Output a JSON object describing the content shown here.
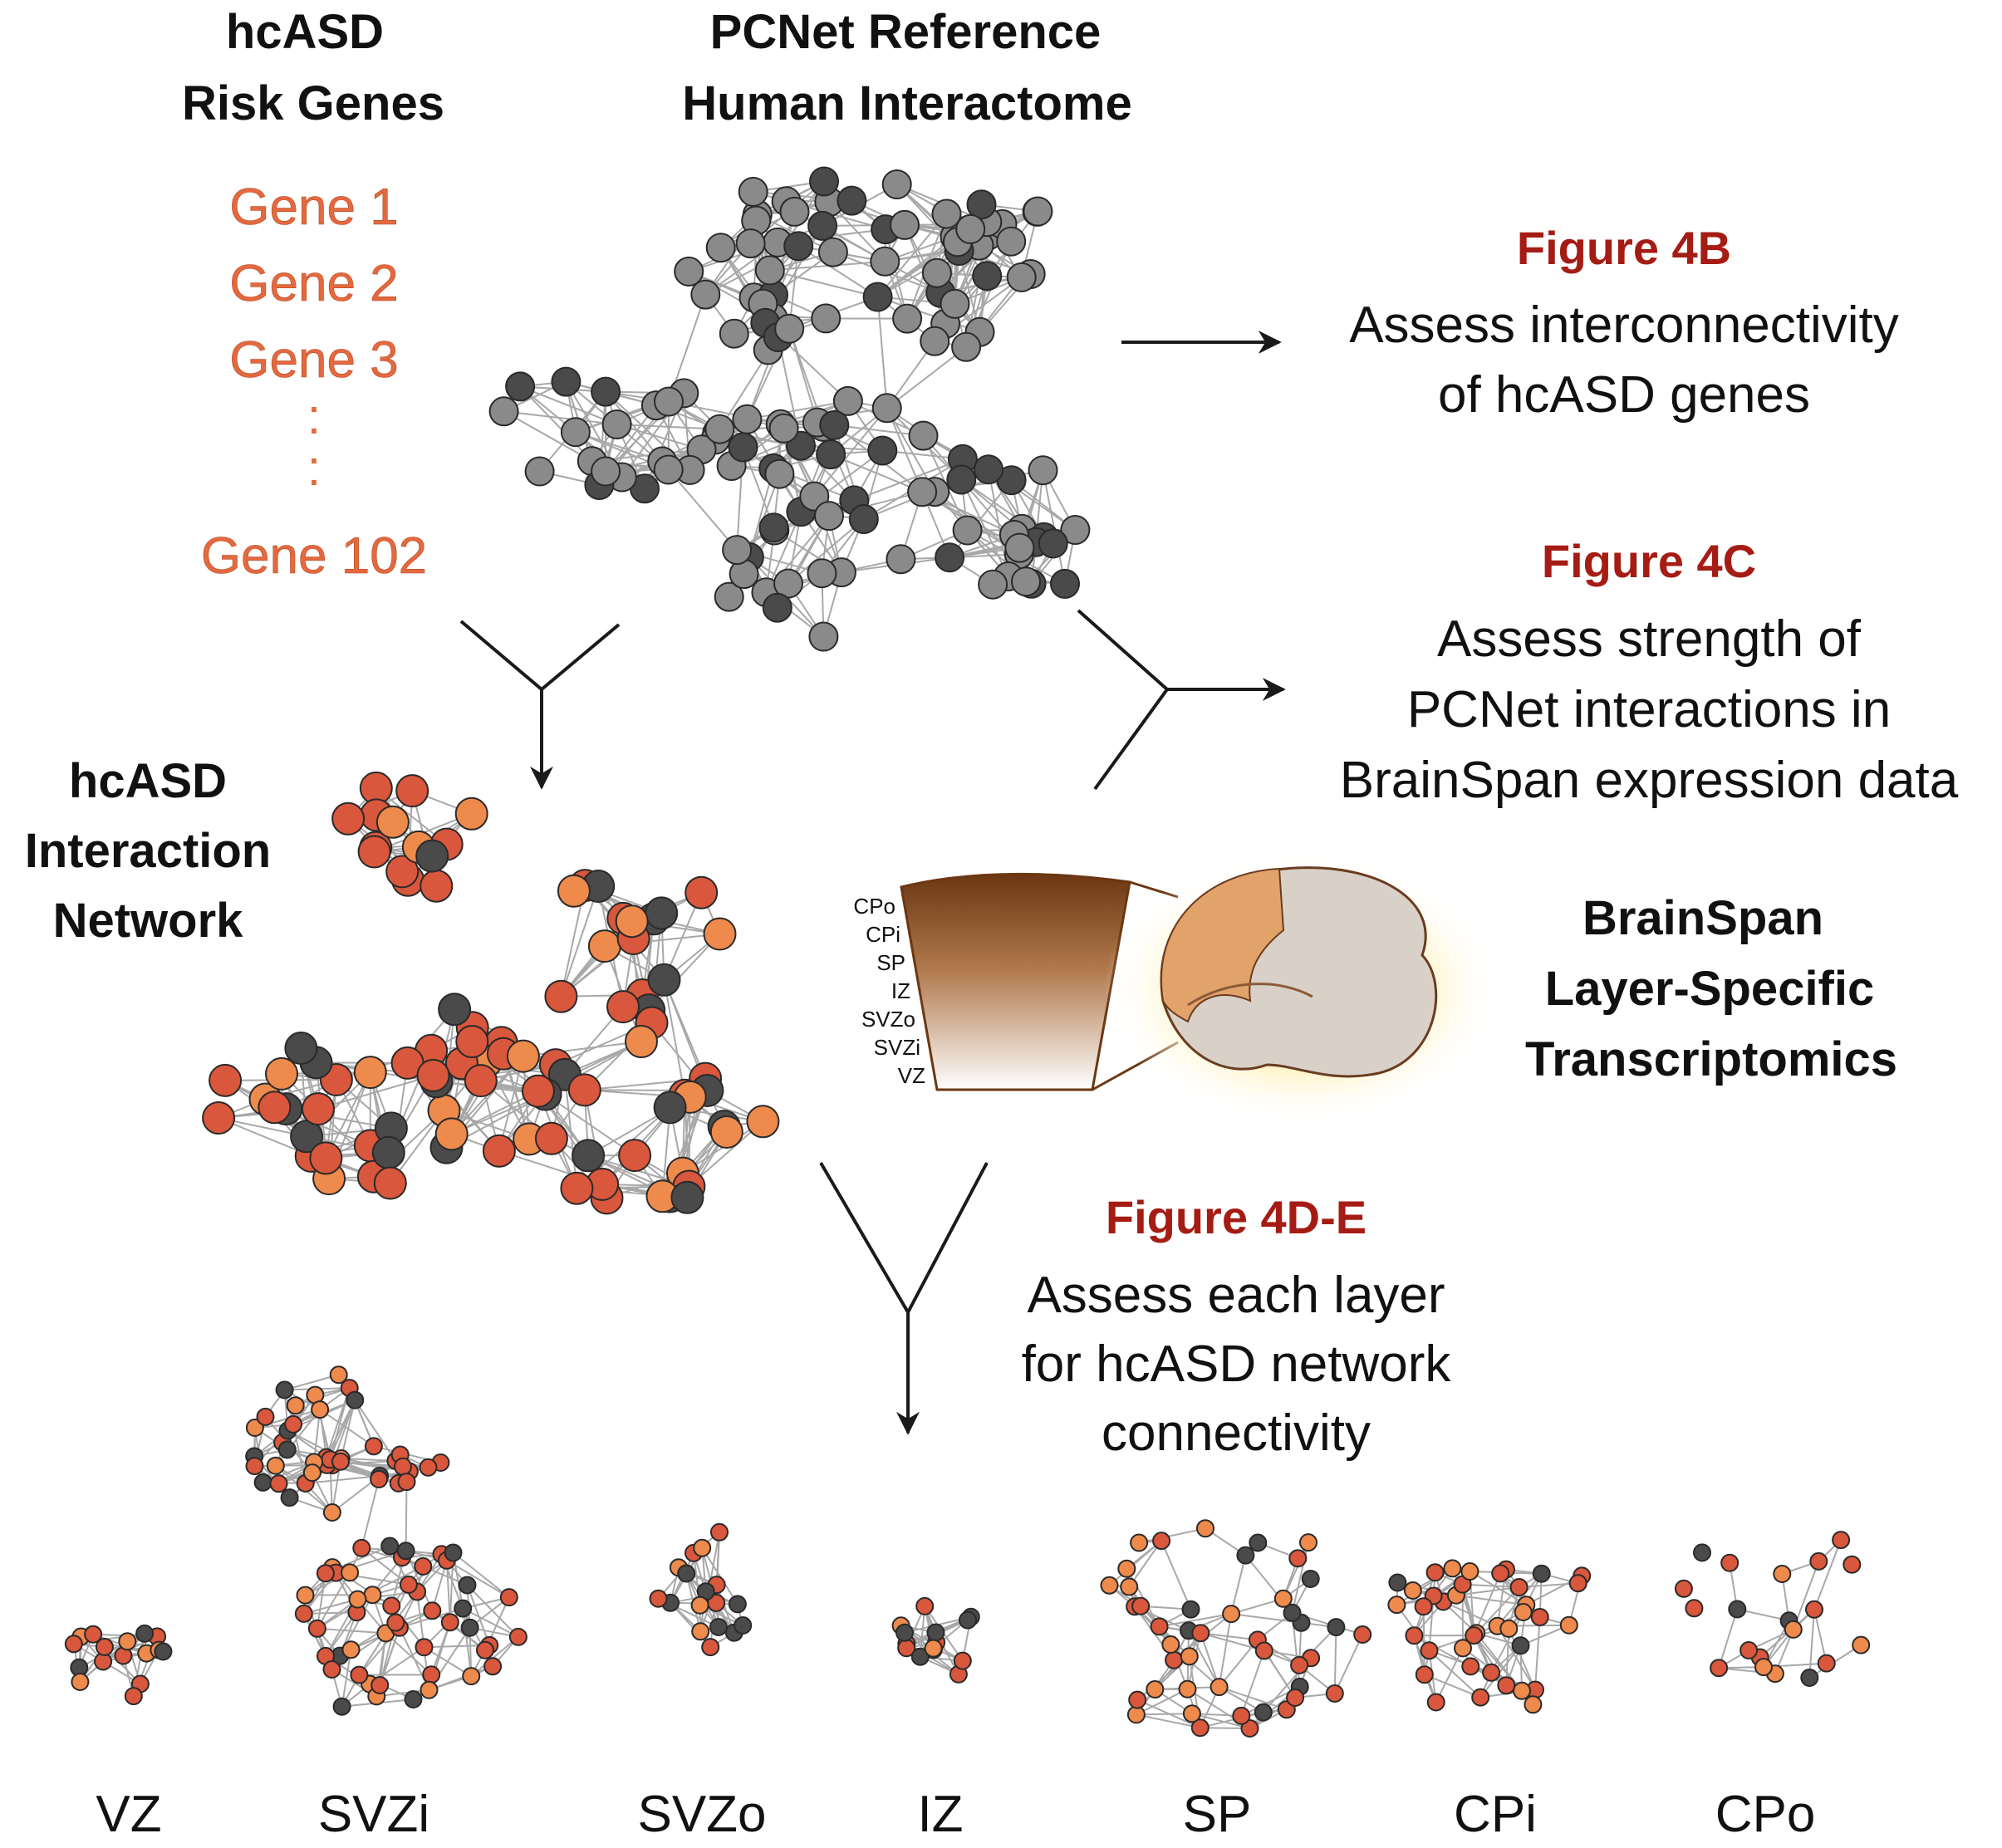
{
  "headers": {
    "risk_genes": [
      "hcASD",
      "Risk Genes"
    ],
    "pcnet": [
      "PCNet Reference",
      "Human Interactome"
    ],
    "interaction_network": [
      "hcASD",
      "Interaction",
      "Network"
    ],
    "brainspan": [
      "BrainSpan",
      "Layer-Specific",
      "Transcriptomics"
    ]
  },
  "gene_list": {
    "items": [
      "Gene 1",
      "Gene 2",
      "Gene 3"
    ],
    "dots": [
      ":",
      ":"
    ],
    "last": "Gene 102"
  },
  "figures": {
    "fig4b": {
      "label": "Figure 4B",
      "lines": [
        "Assess interconnectivity",
        "of hcASD genes"
      ]
    },
    "fig4c": {
      "label": "Figure 4C",
      "lines": [
        "Assess strength of",
        "PCNet interactions in",
        "BrainSpan expression data"
      ]
    },
    "fig4de": {
      "label": "Figure 4D-E",
      "lines": [
        "Assess each layer",
        "for hcASD network",
        "connectivity"
      ]
    }
  },
  "cortex_layers": [
    "CPo",
    "CPi",
    "SP",
    "IZ",
    "SVZo",
    "SVZi",
    "VZ"
  ],
  "bottom_layers": [
    "VZ",
    "SVZi",
    "SVZo",
    "IZ",
    "SP",
    "CPi",
    "CPo"
  ],
  "colors": {
    "figure_label": "#a51c14",
    "gene_text": "#e4693f",
    "node_dark": "#4a4a4a",
    "node_gray": "#8a8a8a",
    "node_orange": "#ee8a4c",
    "node_red": "#d9573c",
    "edge": "#a8a8a8"
  }
}
